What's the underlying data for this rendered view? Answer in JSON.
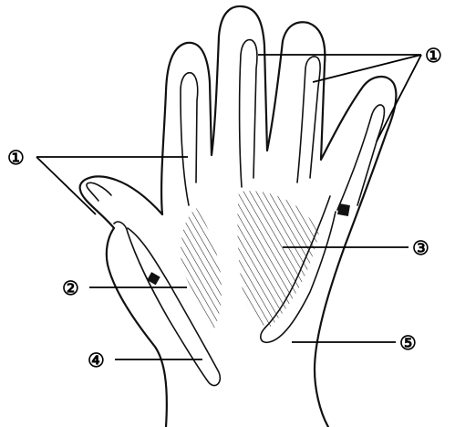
{
  "labels": {
    "one_top_right": "①",
    "one_left": "①",
    "two": "②",
    "three": "③",
    "four": "④",
    "five": "⑤"
  },
  "colors": {
    "ink": "#111111",
    "background": "#ffffff"
  }
}
